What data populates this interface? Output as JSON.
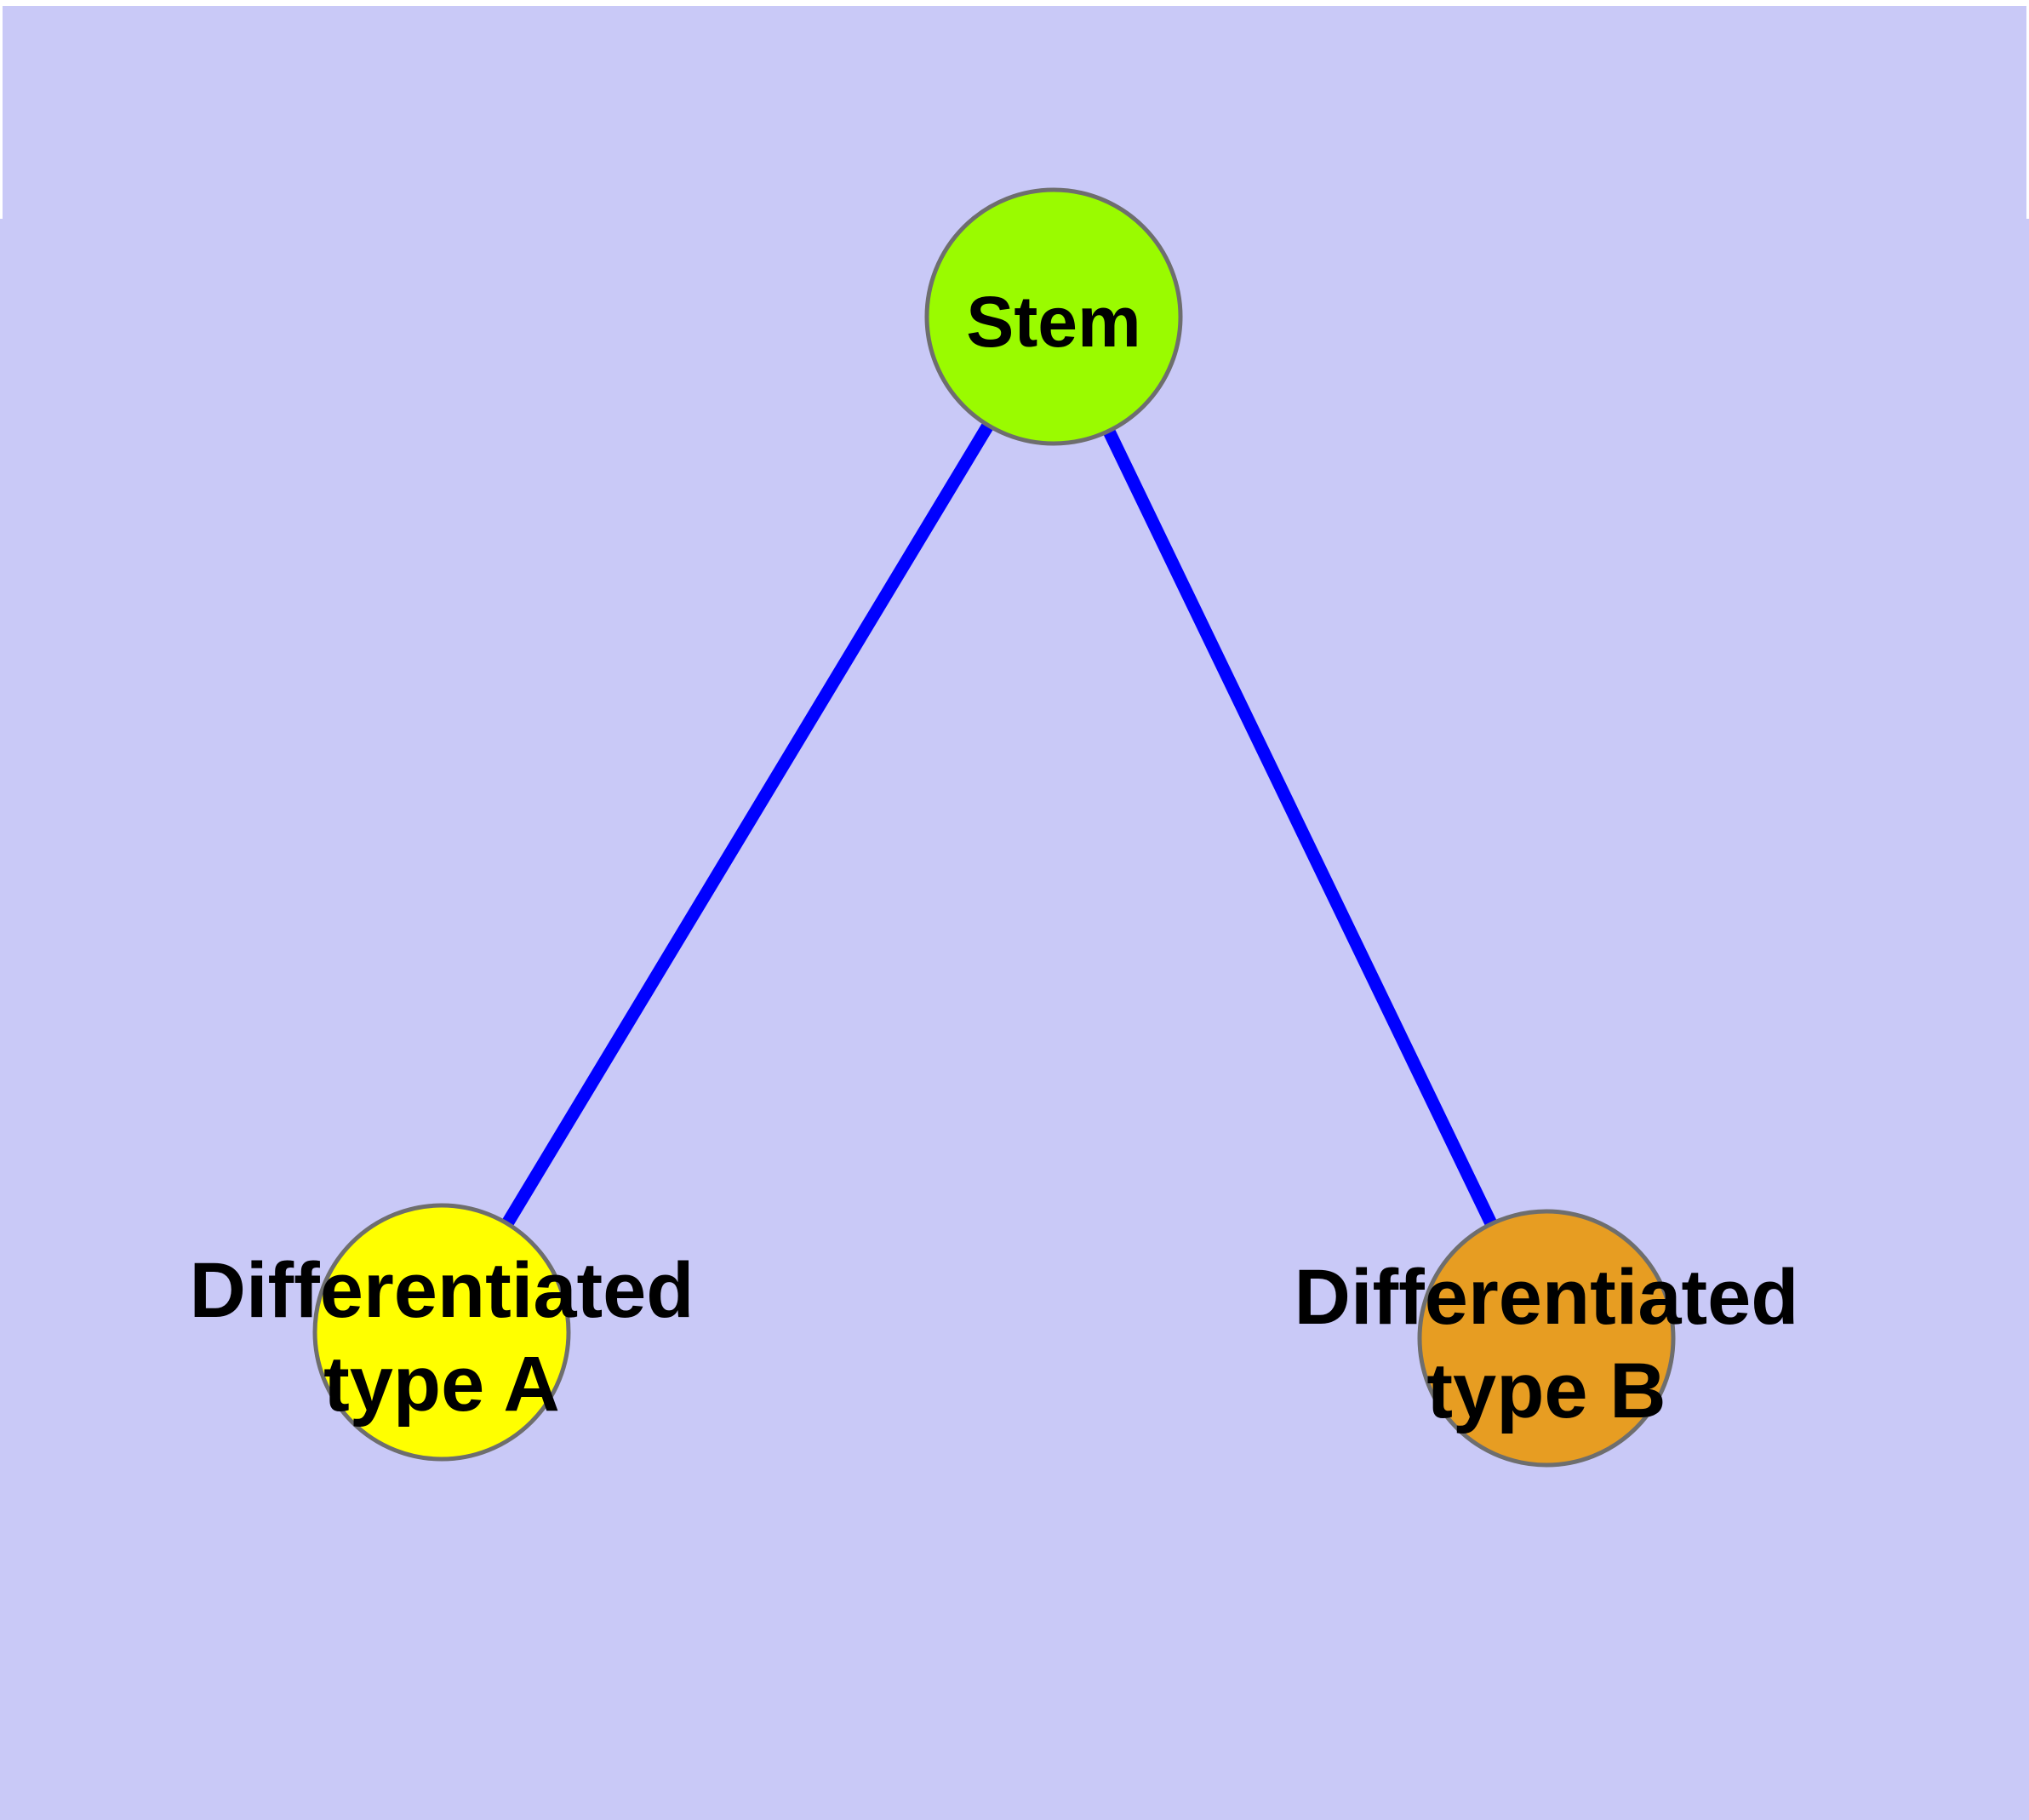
{
  "canvas": {
    "background": "#c9c9f7",
    "margin_color": "#ffffff"
  },
  "styles": {
    "edge_color": "#0000ff",
    "node_border_color": "#6e6e6e",
    "label_color": "#000000"
  },
  "nodes": [
    {
      "id": "stem",
      "label": "Stem",
      "label_lines": [
        "Stem"
      ],
      "fill": "#9afb00"
    },
    {
      "id": "differentiated-type-a",
      "label": "Differentiated type A",
      "label_lines": [
        "Differentiated",
        "type A"
      ],
      "fill": "#ffff00"
    },
    {
      "id": "differentiated-type-b",
      "label": "Differentiated type B",
      "label_lines": [
        "Differentiated",
        "type B"
      ],
      "fill": "#e79d22"
    }
  ],
  "edges": [
    {
      "from": "Stem",
      "to": "Differentiated type A",
      "color": "#0000ff"
    },
    {
      "from": "Stem",
      "to": "Differentiated type B",
      "color": "#0000ff"
    }
  ]
}
